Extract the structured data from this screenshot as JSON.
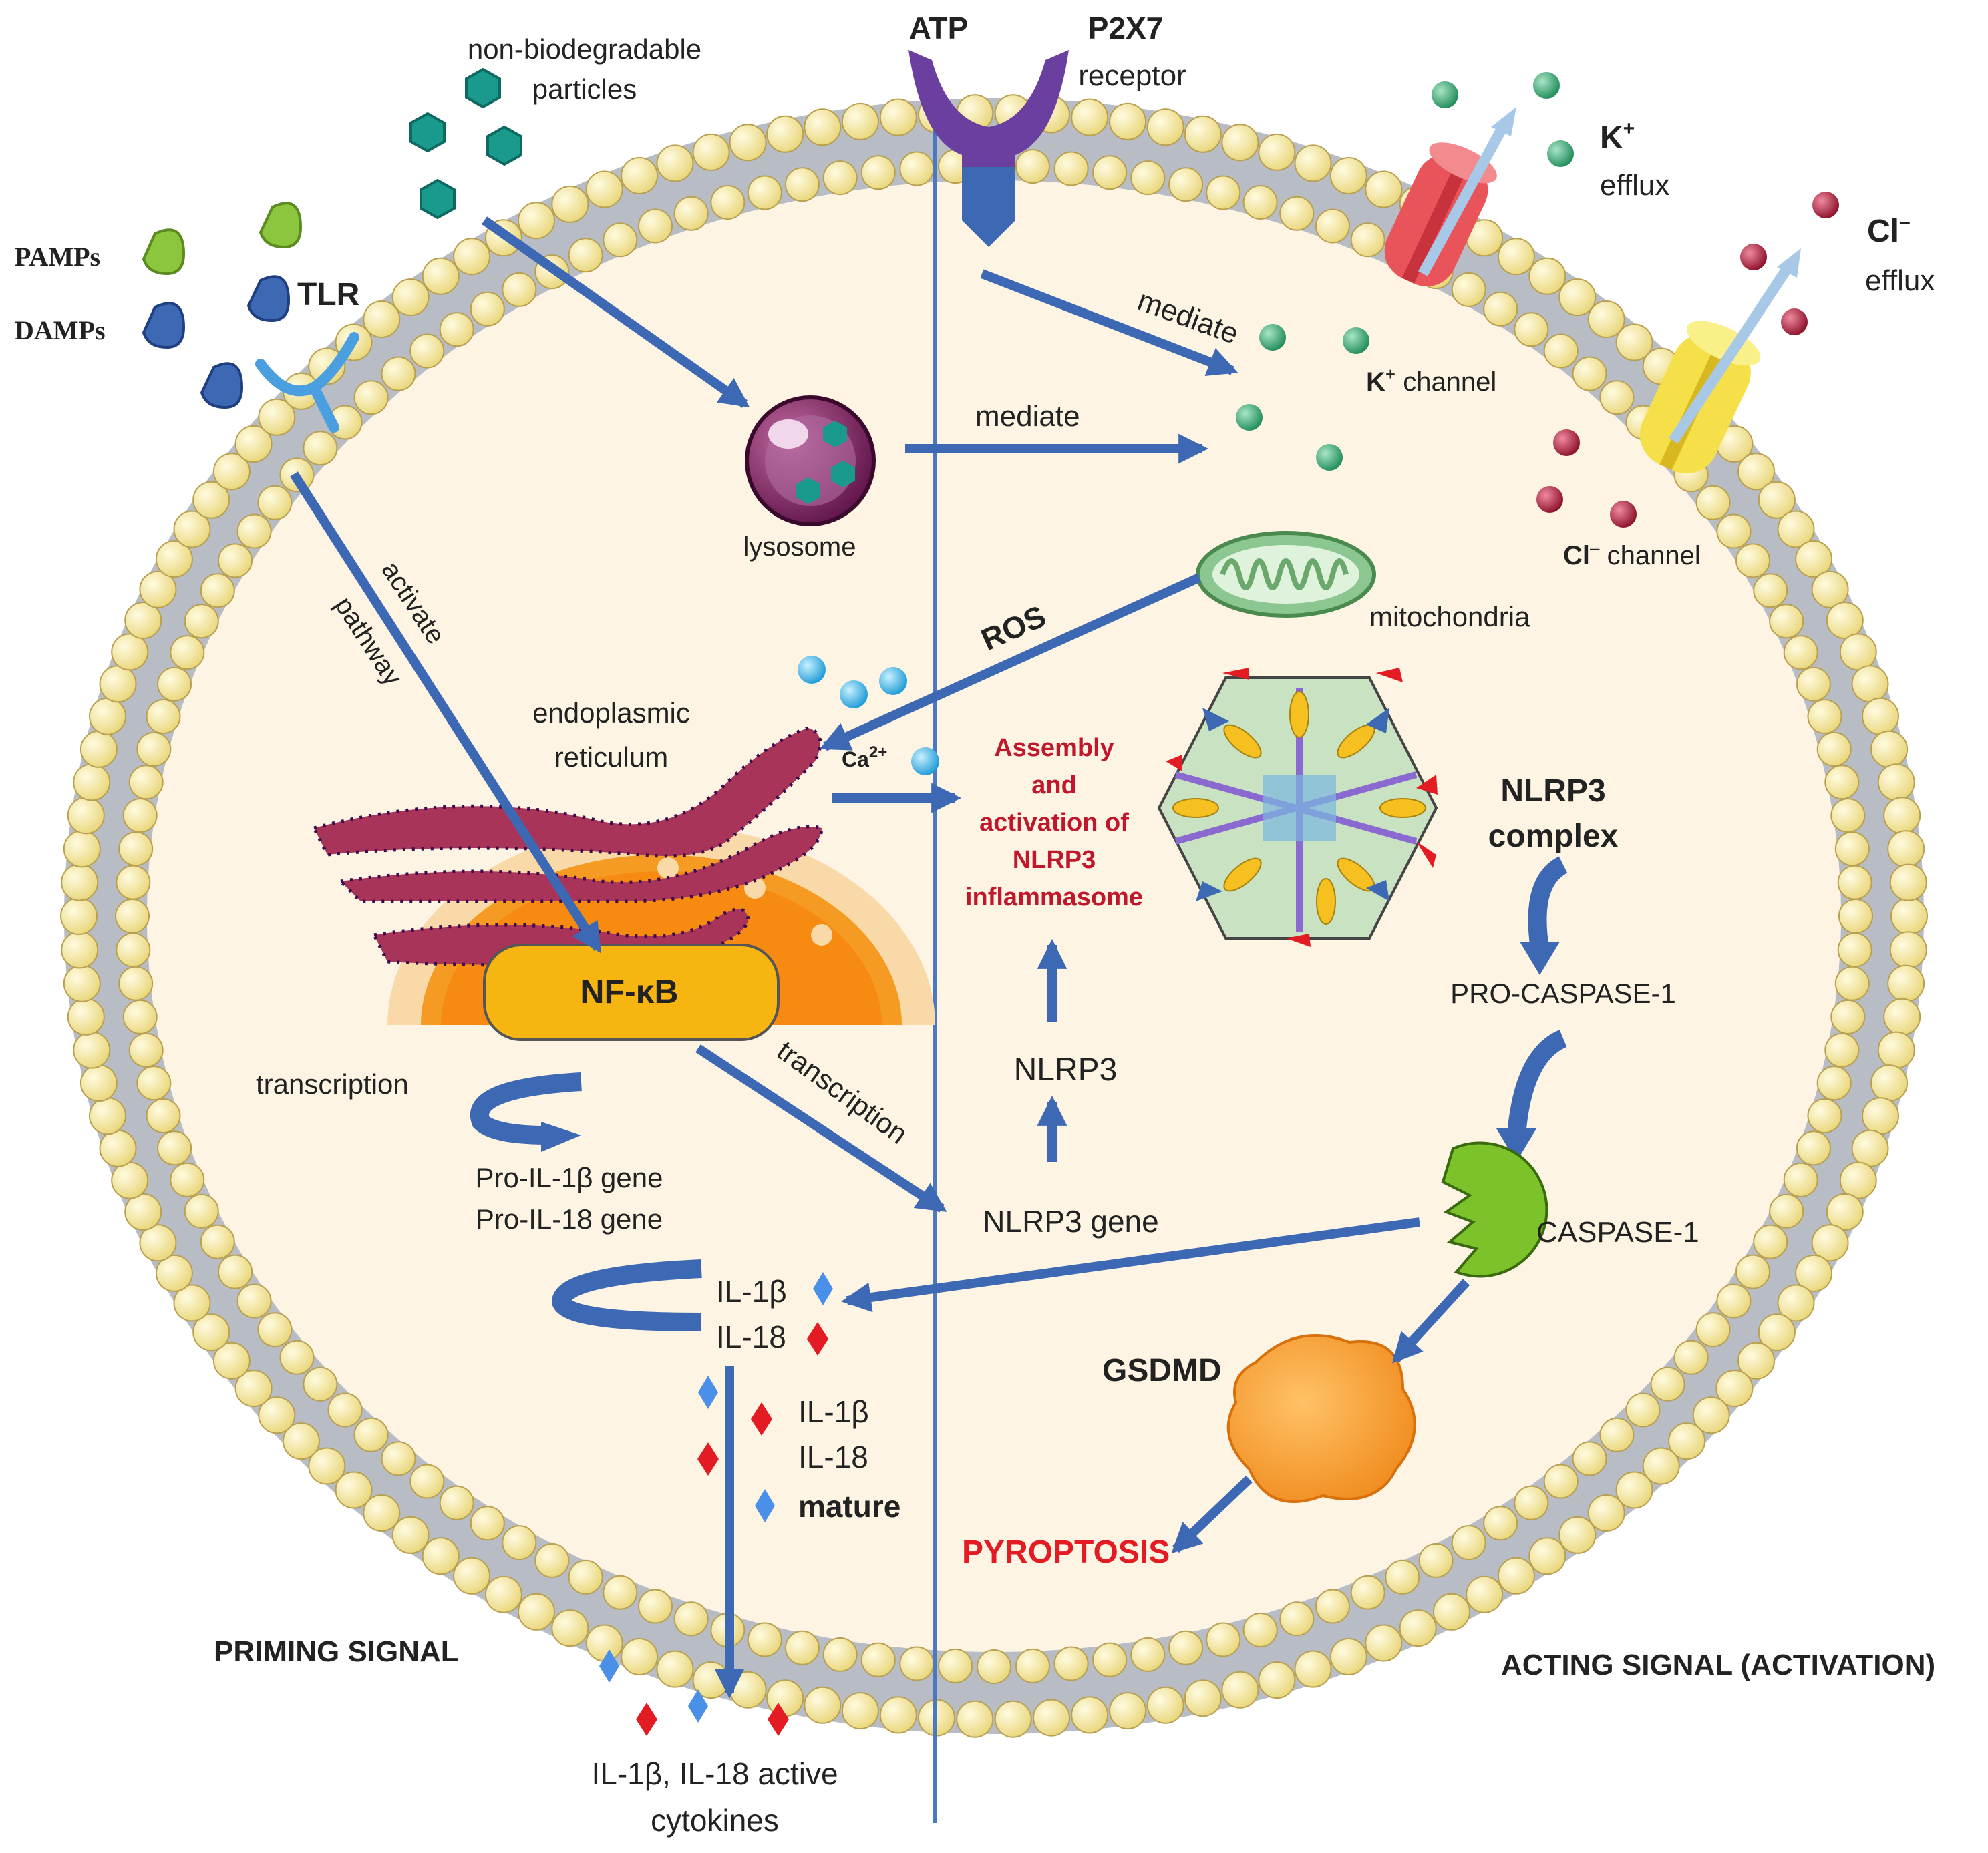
{
  "labels": {
    "non_biodegradable_1": "non-biodegradable",
    "non_biodegradable_2": "particles",
    "atp": "ATP",
    "p2x7": "P2X7",
    "receptor": "receptor",
    "k_plus": "K",
    "k_sup": "+",
    "k_efflux": "efflux",
    "cl_minus": "Cl",
    "cl_sup": "–",
    "cl_efflux": "efflux",
    "pamps": "PAMPs",
    "damps": "DAMPs",
    "tlr": "TLR",
    "mediate_1": "mediate",
    "mediate_2": "mediate",
    "k_channel_k": "K",
    "k_channel_sup": "+",
    "k_channel_word": " channel",
    "cl_channel_cl": "Cl",
    "cl_channel_sup": "–",
    "cl_channel_word": " channel",
    "lysosome": "lysosome",
    "activate": "activate",
    "pathway": "pathway",
    "ros": "ROS",
    "mitochondria": "mitochondria",
    "er_1": "endoplasmic",
    "er_2": "reticulum",
    "ca": "Ca",
    "ca_sup": "2+",
    "assembly_1": "Assembly",
    "assembly_2": "and",
    "assembly_3": "activation of",
    "assembly_4": "NLRP3",
    "assembly_5": "inflammasome",
    "nlrp3_complex_1": "NLRP3",
    "nlrp3_complex_2": "complex",
    "nfkb": "NF-κB",
    "pro_caspase": "PRO-CASPASE-1",
    "transcription_left": "transcription",
    "transcription_diag": "transcription",
    "nlrp3": "NLRP3",
    "pro_il1b_gene": "Pro-IL-1β gene",
    "pro_il18_gene": "Pro-IL-18 gene",
    "nlrp3_gene": "NLRP3 gene",
    "caspase": "CASPASE-1",
    "il1b": "IL-1β",
    "il18": "IL-18",
    "il1b_mature": "IL-1β",
    "il18_mature": "IL-18",
    "mature": "mature",
    "gsdmd": "GSDMD",
    "pyroptosis": "PYROPTOSIS",
    "priming": "PRIMING SIGNAL",
    "acting": "ACTING SIGNAL (ACTIVATION)",
    "cytokines_1": "IL-1β, IL-18 active",
    "cytokines_2": "cytokines"
  },
  "colors": {
    "arrow": "#3d68b4",
    "divider": "#4a78c2",
    "membrane_head": "#f7eb9f",
    "cytoplasm": "#fdf4e4",
    "k_ion": "#3aa876",
    "cl_ion": "#b01a3a",
    "ca_ion": "#41b6e6",
    "red_text": "#e31b23"
  }
}
